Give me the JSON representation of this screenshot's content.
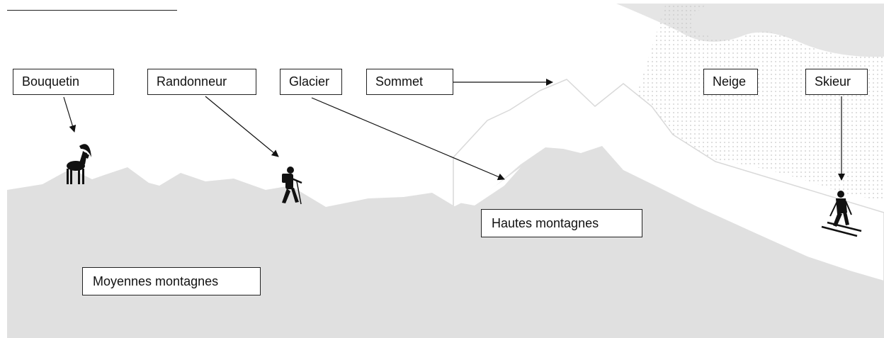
{
  "labels": {
    "bouquetin": "Bouquetin",
    "randonneur": "Randonneur",
    "glacier": "Glacier",
    "sommet": "Sommet",
    "neige": "Neige",
    "skieur": "Skieur"
  },
  "zones": {
    "hautes": "Hautes montagnes",
    "moyennes": "Moyennes montagnes"
  },
  "icons": {
    "ibex": "ibex-icon",
    "hiker": "hiker-icon",
    "skier": "skier-icon"
  },
  "colors": {
    "mountain": "#e0e0e0",
    "snow": "#ffffff",
    "outline": "#222222",
    "silhouette": "#111111"
  }
}
